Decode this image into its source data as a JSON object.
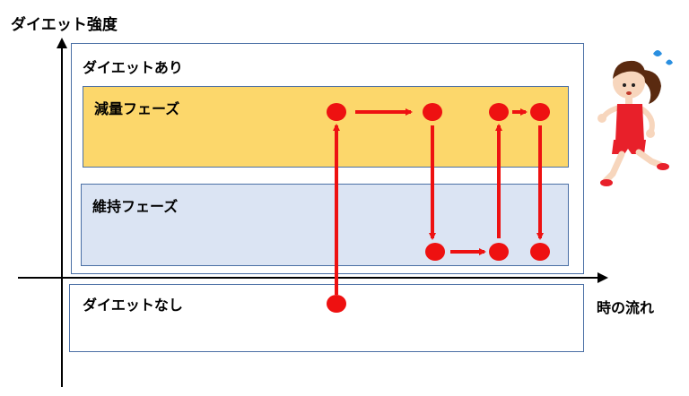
{
  "y_axis_label": "ダイエット強度",
  "x_axis_label": "時の流れ",
  "regions": {
    "diet_on": {
      "label": "ダイエットあり"
    },
    "loss_phase": {
      "label": "減量フェーズ",
      "fill": "#fcd76b"
    },
    "maintain_phase": {
      "label": "維持フェーズ",
      "fill": "#dbe4f3"
    },
    "diet_off": {
      "label": "ダイエットなし"
    }
  },
  "colors": {
    "path": "#ee1111",
    "region_border": "#4a6fa5"
  },
  "illustration": "running-woman-sweating"
}
